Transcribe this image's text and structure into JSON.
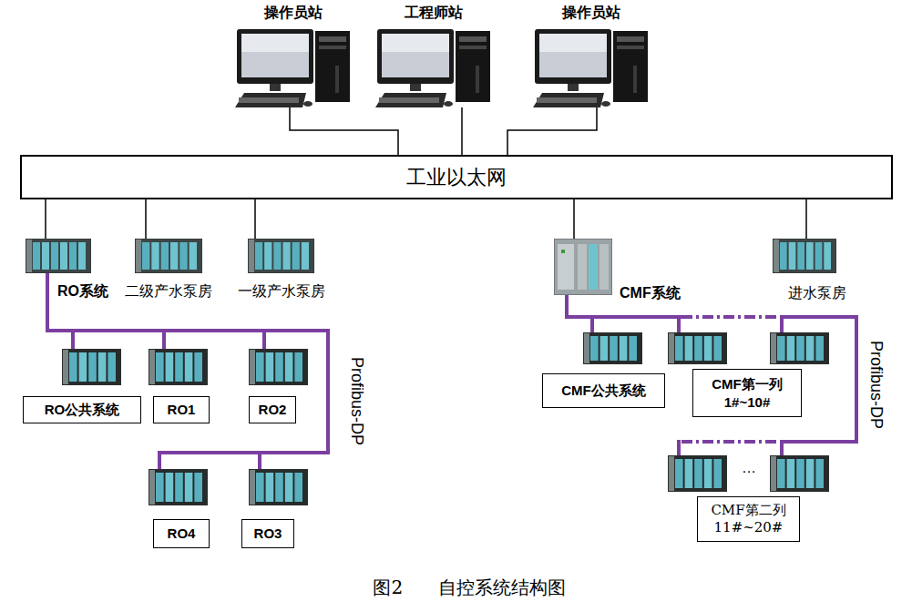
{
  "diagram": {
    "caption": "图2 自控系统结构图",
    "nodes": [
      {
        "text": [
          "操作员站"
        ]
      },
      {
        "text": [
          "工程师站"
        ]
      },
      {
        "text": [
          "操作员站"
        ]
      },
      {
        "text": [
          "工业以太网"
        ]
      },
      {
        "text": [
          "RO系统"
        ]
      },
      {
        "text": [
          "二级产水泵房"
        ]
      },
      {
        "text": [
          "一级产水泵房"
        ]
      },
      {
        "text": [
          "CMF系统"
        ]
      },
      {
        "text": [
          "进水泵房"
        ]
      },
      {
        "text": [
          "RO公共系统"
        ]
      },
      {
        "text": [
          "RO1"
        ]
      },
      {
        "text": [
          "RO2"
        ]
      },
      {
        "text": [
          "CMF公共系统"
        ]
      },
      {
        "text": [
          "CMF第一列 1#~10#"
        ]
      },
      {
        "text": [
          "RO4"
        ]
      },
      {
        "text": [
          "RO3"
        ]
      },
      {
        "text": [
          "CMF第二列 11#~20#"
        ]
      }
    ],
    "edges": [
      {
        "from": 0,
        "to": 3,
        "arrow": "none"
      },
      {
        "from": 1,
        "to": 3,
        "arrow": "none"
      },
      {
        "from": 2,
        "to": 3,
        "arrow": "none"
      },
      {
        "from": 3,
        "to": 4,
        "arrow": "none"
      },
      {
        "from": 3,
        "to": 5,
        "arrow": "none"
      },
      {
        "from": 3,
        "to": 6,
        "arrow": "none"
      },
      {
        "from": 3,
        "to": 7,
        "arrow": "none"
      },
      {
        "from": 3,
        "to": 8,
        "arrow": "none"
      },
      {
        "from": 4,
        "to": 9,
        "arrow": "none"
      },
      {
        "from": 9,
        "to": 10,
        "arrow": "none"
      },
      {
        "from": 10,
        "to": 11,
        "arrow": "none"
      },
      {
        "from": 11,
        "to": 15,
        "arrow": "none"
      },
      {
        "from": 15,
        "to": 14,
        "arrow": "none"
      },
      {
        "from": 7,
        "to": 12,
        "arrow": "none"
      },
      {
        "from": 12,
        "to": 13,
        "arrow": "none"
      },
      {
        "from": 13,
        "to": 16,
        "arrow": "none"
      }
    ],
    "labels": [
      "Profibus-DP",
      "Profibus-DP",
      "…"
    ]
  }
}
